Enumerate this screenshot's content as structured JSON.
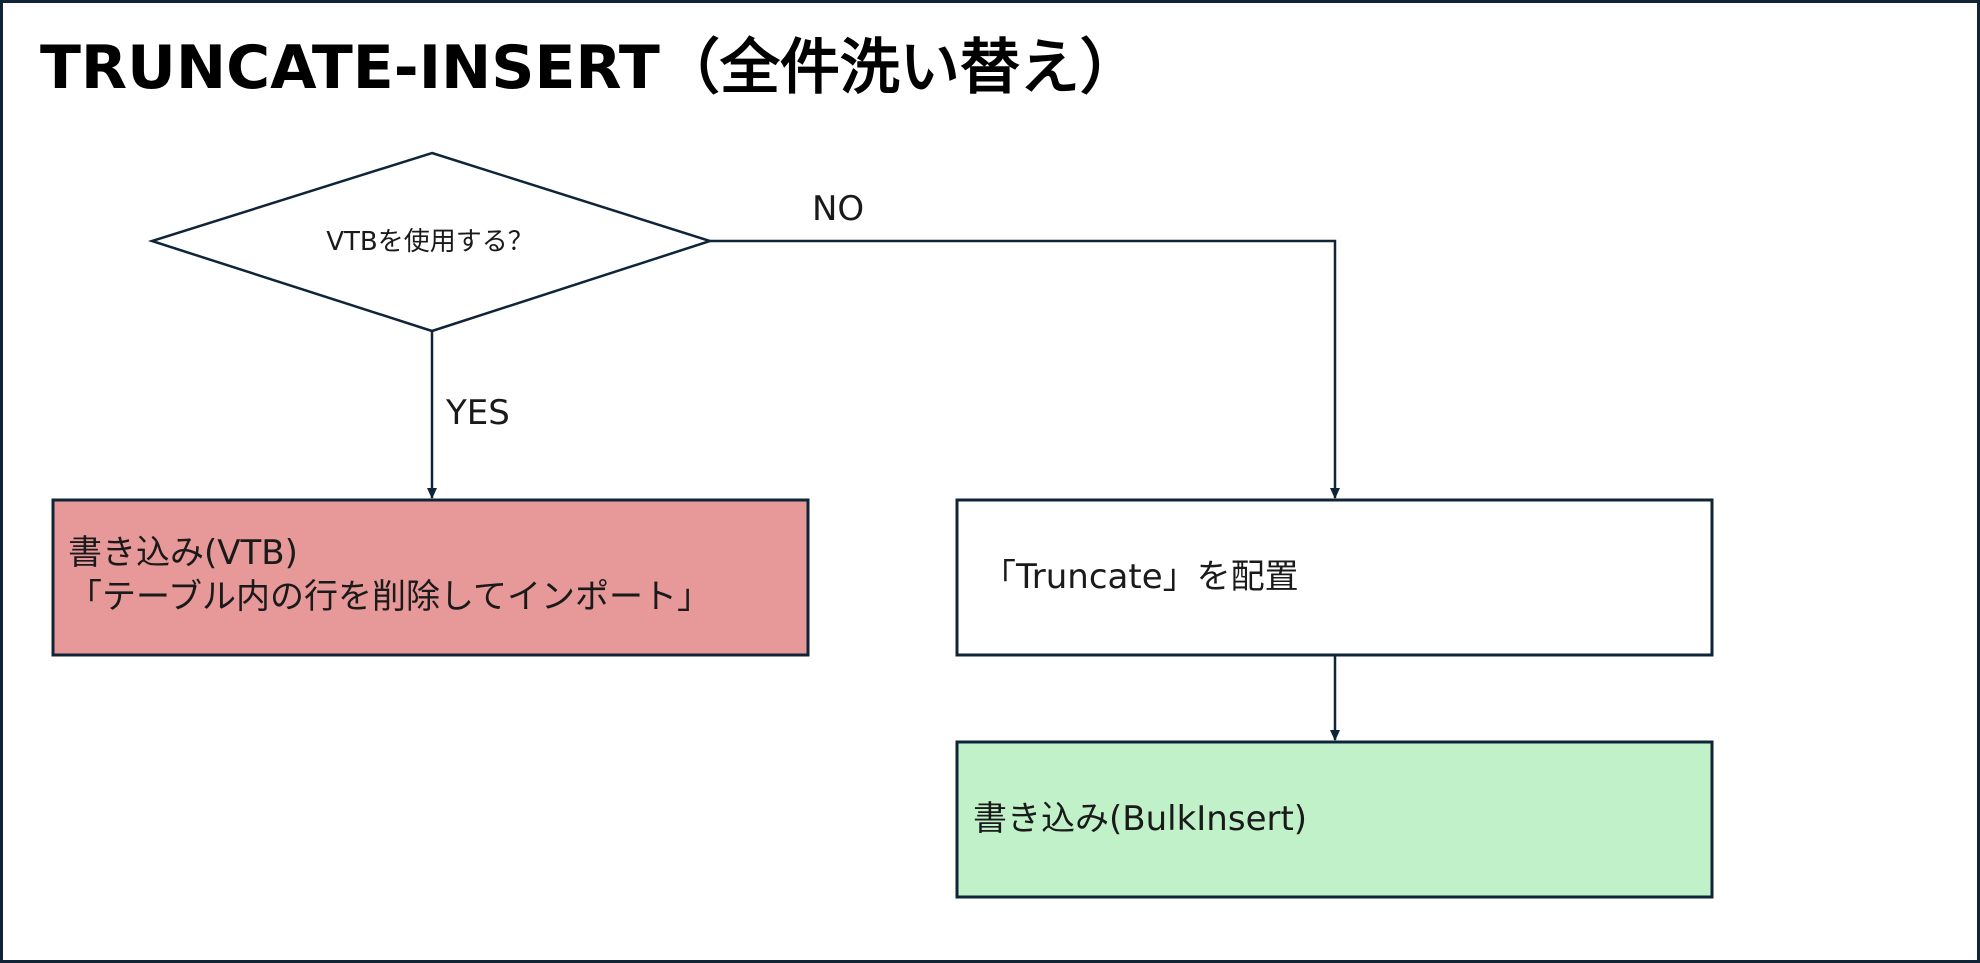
{
  "title": "TRUNCATE-INSERT（全件洗い替え）",
  "decision": {
    "label": "VTBを使用する？"
  },
  "edges": {
    "yes_label": "YES",
    "no_label": "NO"
  },
  "boxes": {
    "vtb_write": {
      "line1": "書き込み(VTB)",
      "line2": "「テーブル内の行を削除してインポート」"
    },
    "truncate": {
      "label": "「Truncate」を配置"
    },
    "bulk_insert": {
      "label": "書き込み(BulkInsert)"
    }
  },
  "colors": {
    "stroke": "#0f2537",
    "vtb_fill": "#e79898",
    "bulk_fill": "#c1f1c9",
    "truncate_fill": "#ffffff"
  }
}
